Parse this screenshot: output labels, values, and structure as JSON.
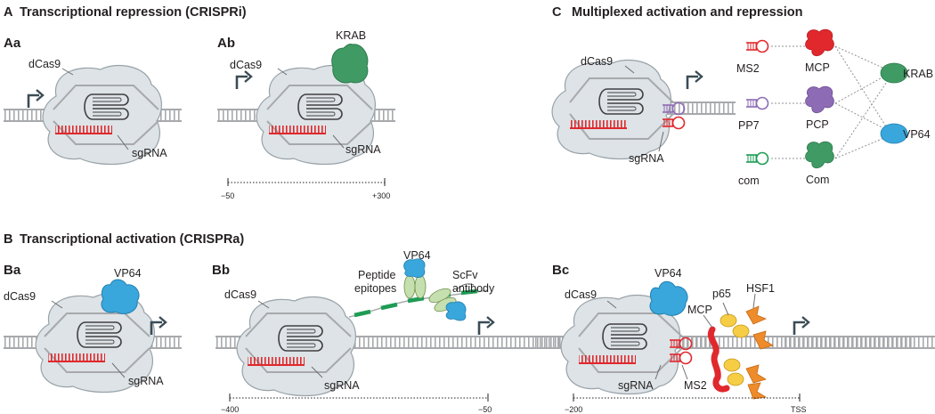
{
  "sections": {
    "A": {
      "letter": "A",
      "title": "Transcriptional repression (CRISPRi)"
    },
    "B": {
      "letter": "B",
      "title": "Transcriptional activation (CRISPRa)"
    },
    "C": {
      "letter": "C",
      "title": "Multiplexed activation and repression"
    }
  },
  "panels": {
    "Aa": {
      "label": "Aa",
      "dcas9": "dCas9",
      "sgrna": "sgRNA"
    },
    "Ab": {
      "label": "Ab",
      "dcas9": "dCas9",
      "sgrna": "sgRNA",
      "effector": "KRAB",
      "scale_left": "−50",
      "scale_right": "+300"
    },
    "Ba": {
      "label": "Ba",
      "dcas9": "dCas9",
      "sgrna": "sgRNA",
      "effector": "VP64"
    },
    "Bb": {
      "label": "Bb",
      "dcas9": "dCas9",
      "sgrna": "sgRNA",
      "effector": "VP64",
      "peptide_line1": "Peptide",
      "peptide_line2": "epitopes",
      "scfv_line1": "ScFv",
      "scfv_line2": "antibody",
      "scale_left": "−400",
      "scale_right": "−50"
    },
    "Bc": {
      "label": "Bc",
      "dcas9": "dCas9",
      "sgrna": "sgRNA",
      "effector": "VP64",
      "mcp": "MCP",
      "p65": "p65",
      "hsf1": "HSF1",
      "ms2": "MS2",
      "scale_left": "−200",
      "scale_right": "TSS"
    },
    "C": {
      "dcas9": "dCas9",
      "sgrna": "sgRNA",
      "aptamers": [
        "MS2",
        "PP7",
        "com"
      ],
      "binders": [
        "MCP",
        "PCP",
        "Com"
      ],
      "effectors": [
        "KRAB",
        "VP64"
      ]
    }
  },
  "colors": {
    "krab": "#3f9a64",
    "vp64": "#3aa7dc",
    "red": "#e0282d",
    "purple": "#8e6bb5",
    "green": "#1d9c55",
    "dna": "#a7a9ac",
    "cas": "#dde3e6",
    "arrow": "#3b4c55",
    "yellow": "#f6cd45",
    "orange": "#ee8b2a"
  }
}
